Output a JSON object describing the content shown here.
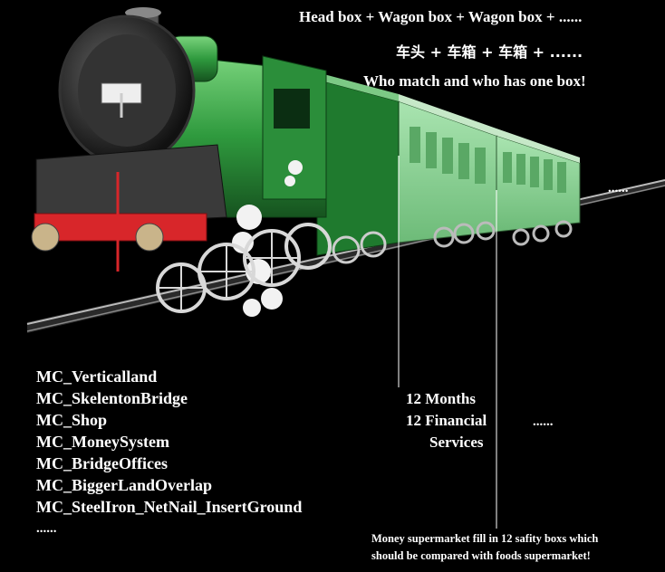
{
  "header": {
    "line1": "Head box + Wagon box + Wagon box + ......",
    "line2": "车头 + 车箱 + 车箱 + ......",
    "line3": "Who match and who has one box!"
  },
  "modules": [
    "MC_Verticalland",
    "MC_SkelentonBridge",
    "MC_Shop",
    "MC_MoneySystem",
    "MC_BridgeOffices",
    "MC_BiggerLandOverlap",
    "MC_SteelIron_NetNail_InsertGround",
    "......"
  ],
  "wagon_label": {
    "line1": "12 Months",
    "line2": "12 Financial",
    "line3": "Services"
  },
  "dots_top": "......",
  "dots_mid": "......",
  "note": {
    "line1": "Money supermarket fill in 12 safity boxs which",
    "line2": "should be compared with foods supermarket!"
  },
  "colors": {
    "background": "#000000",
    "locomotive_green": "#3aa64a",
    "wagon_green": "#8fd29a",
    "buffer_red": "#d8262a"
  }
}
